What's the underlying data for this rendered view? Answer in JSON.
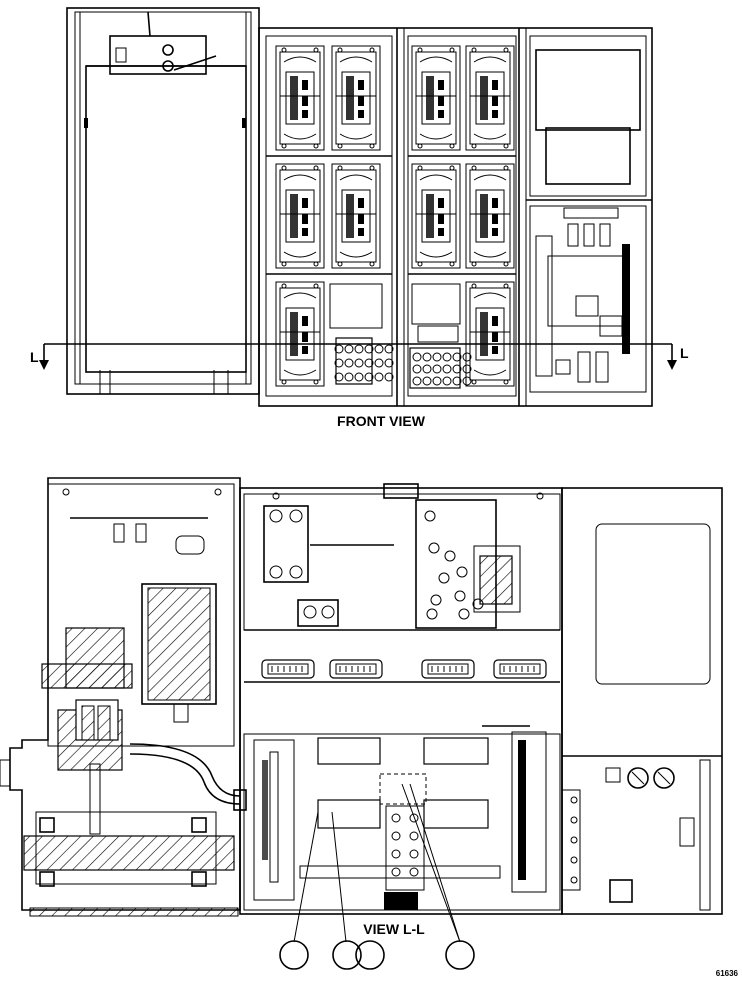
{
  "labels": {
    "front_view": "FRONT VIEW",
    "view_ll": "VIEW L-L",
    "section_left": "L",
    "section_right": "L",
    "figure_number": "61636"
  },
  "callouts": [
    "",
    "",
    "",
    ""
  ],
  "colors": {
    "ink": "#000000",
    "paper": "#ffffff"
  }
}
